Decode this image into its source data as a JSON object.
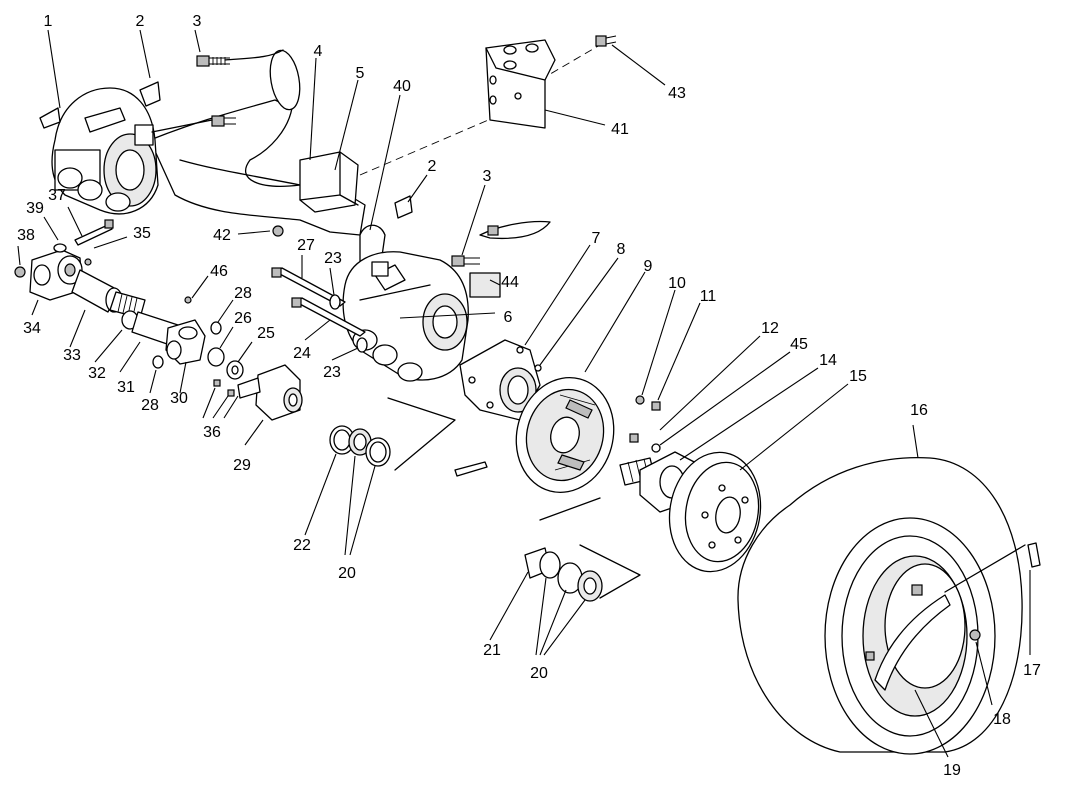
{
  "callouts": [
    {
      "id": "c1",
      "text": "1"
    },
    {
      "id": "c2a",
      "text": "2"
    },
    {
      "id": "c3a",
      "text": "3"
    },
    {
      "id": "c4",
      "text": "4"
    },
    {
      "id": "c5",
      "text": "5"
    },
    {
      "id": "c40",
      "text": "40"
    },
    {
      "id": "c43",
      "text": "43"
    },
    {
      "id": "c41",
      "text": "41"
    },
    {
      "id": "c2b",
      "text": "2"
    },
    {
      "id": "c3b",
      "text": "3"
    },
    {
      "id": "c42",
      "text": "42"
    },
    {
      "id": "c37",
      "text": "37"
    },
    {
      "id": "c39",
      "text": "39"
    },
    {
      "id": "c35",
      "text": "35"
    },
    {
      "id": "c38",
      "text": "38"
    },
    {
      "id": "c34",
      "text": "34"
    },
    {
      "id": "c33",
      "text": "33"
    },
    {
      "id": "c32",
      "text": "32"
    },
    {
      "id": "c31",
      "text": "31"
    },
    {
      "id": "c28a",
      "text": "28"
    },
    {
      "id": "c30",
      "text": "30"
    },
    {
      "id": "c36",
      "text": "36"
    },
    {
      "id": "c29",
      "text": "29"
    },
    {
      "id": "c46",
      "text": "46"
    },
    {
      "id": "c28b",
      "text": "28"
    },
    {
      "id": "c26",
      "text": "26"
    },
    {
      "id": "c25",
      "text": "25"
    },
    {
      "id": "c27",
      "text": "27"
    },
    {
      "id": "c23a",
      "text": "23"
    },
    {
      "id": "c24",
      "text": "24"
    },
    {
      "id": "c23b",
      "text": "23"
    },
    {
      "id": "c44",
      "text": "44"
    },
    {
      "id": "c6",
      "text": "6"
    },
    {
      "id": "c7",
      "text": "7"
    },
    {
      "id": "c8",
      "text": "8"
    },
    {
      "id": "c9",
      "text": "9"
    },
    {
      "id": "c10",
      "text": "10"
    },
    {
      "id": "c11",
      "text": "11"
    },
    {
      "id": "c12",
      "text": "12"
    },
    {
      "id": "c45",
      "text": "45"
    },
    {
      "id": "c14",
      "text": "14"
    },
    {
      "id": "c15",
      "text": "15"
    },
    {
      "id": "c16",
      "text": "16"
    },
    {
      "id": "c22",
      "text": "22"
    },
    {
      "id": "c20a",
      "text": "20"
    },
    {
      "id": "c21",
      "text": "21"
    },
    {
      "id": "c20b",
      "text": "20"
    },
    {
      "id": "c17",
      "text": "17"
    },
    {
      "id": "c18",
      "text": "18"
    },
    {
      "id": "c19",
      "text": "19"
    }
  ]
}
